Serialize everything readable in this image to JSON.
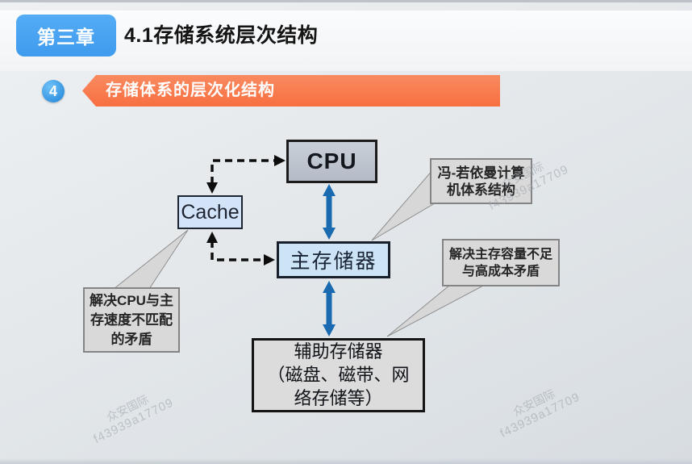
{
  "header": {
    "chapter_badge": "第三章",
    "title": "4.1存储系统层次结构"
  },
  "section": {
    "number": "4",
    "banner_title": "存储体系的层次化结构"
  },
  "diagram": {
    "cpu": {
      "label": "CPU"
    },
    "cache": {
      "label": "Cache"
    },
    "main_memory": {
      "label": "主存储器"
    },
    "aux_storage": {
      "line1": "辅助存储器",
      "line2": "（磁盘、磁带、网",
      "line3": "络存储等）"
    },
    "callout_von_neumann": {
      "line1": "冯-若依曼计算",
      "line2": "机体系结构"
    },
    "callout_capacity": {
      "line1": "解决主存容量不足",
      "line2": "与高成本矛盾"
    },
    "callout_speed": {
      "line1": "解决CPU与主",
      "line2": "存速度不匹配",
      "line3": "的矛盾"
    }
  },
  "watermark": {
    "line1": "众安国际",
    "line2": "f43939a17709"
  },
  "colors": {
    "badge_blue": "#48a4f1",
    "banner_orange": "#f7713f",
    "arrow_blue": "#1a6ab2",
    "node_blue_fill": "#cfe3f7",
    "cpu_fill": "#c3c9d4",
    "aux_fill": "#dcdcdc",
    "callout_fill": "#d9d9d9"
  }
}
